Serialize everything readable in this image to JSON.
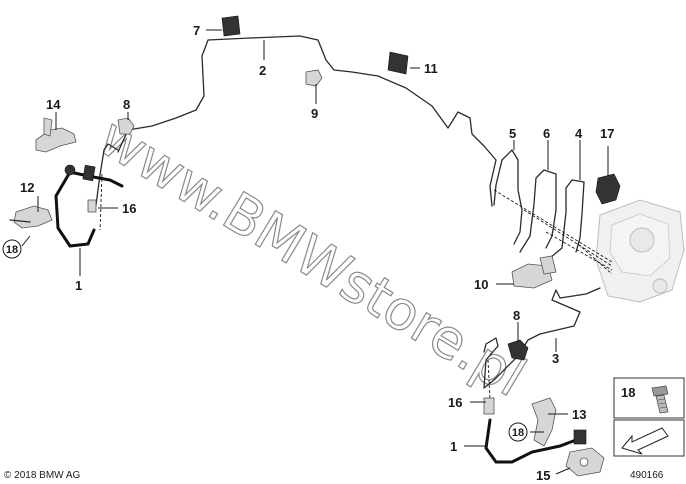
{
  "callouts": {
    "c1a": "1",
    "c1b": "1",
    "c2": "2",
    "c3": "3",
    "c4": "4",
    "c5": "5",
    "c6": "6",
    "c7": "7",
    "c8a": "8",
    "c8b": "8",
    "c9": "9",
    "c10": "10",
    "c11": "11",
    "c12": "12",
    "c13": "13",
    "c14": "14",
    "c15": "15",
    "c16a": "16",
    "c16b": "16",
    "c17": "17",
    "c18a": "18",
    "c18b": "18",
    "c18legend": "18"
  },
  "watermark": "www.BMWstore.pl",
  "copyright": "© 2018 BMW AG",
  "diagram_number": "490166"
}
